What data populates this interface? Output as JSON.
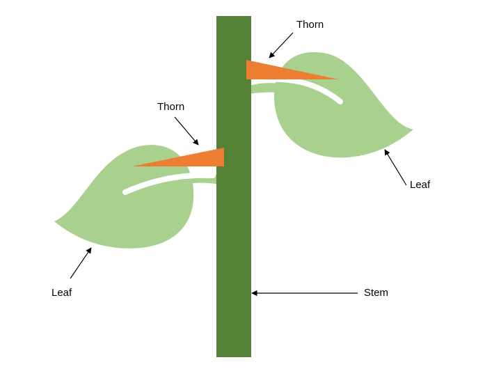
{
  "labels": {
    "thorn_top": "Thorn",
    "thorn_left": "Thorn",
    "leaf_right": "Leaf",
    "leaf_left": "Leaf",
    "stem": "Stem"
  },
  "colors": {
    "stem": "#548235",
    "leaf": "#a9d18e",
    "thorn": "#ed7d31",
    "vein": "#ffffff",
    "arrow": "#000000",
    "background": "#ffffff"
  }
}
